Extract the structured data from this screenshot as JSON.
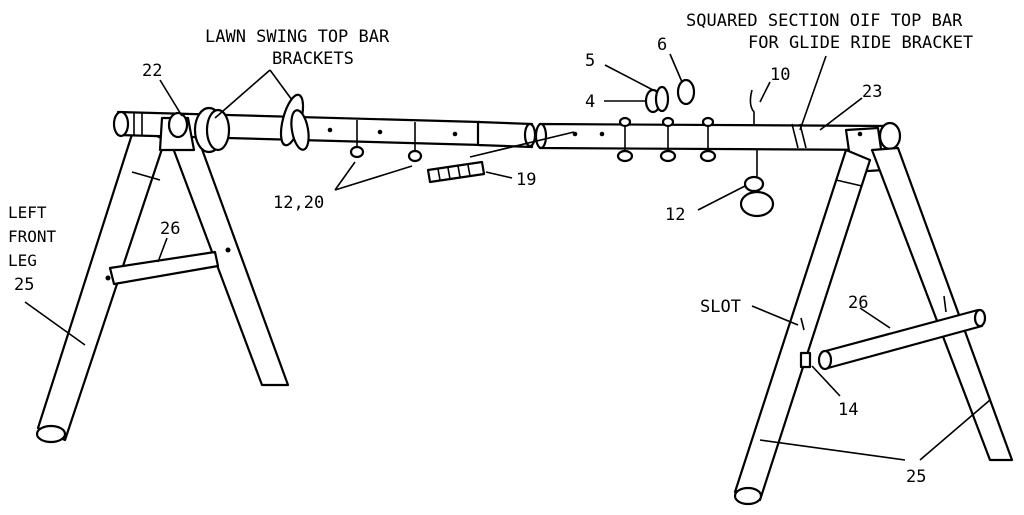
{
  "labels": {
    "lawn_swing_line1": "LAWN SWING TOP BAR",
    "lawn_swing_line2": "BRACKETS",
    "squared_line1": "SQUARED SECTION OIF TOP BAR",
    "squared_line2": "FOR GLIDE RIDE BRACKET",
    "part_22": "22",
    "part_5": "5",
    "part_6": "6",
    "part_4": "4",
    "part_10": "10",
    "part_23": "23",
    "part_12_20": "12,20",
    "part_19": "19",
    "part_12": "12",
    "left_front_1": "LEFT",
    "left_front_2": "FRONT",
    "left_front_3": "LEG",
    "part_25_left": "25",
    "part_26_left": "26",
    "slot": "SLOT",
    "part_26_right": "26",
    "part_14": "14",
    "part_25_right": "25"
  }
}
